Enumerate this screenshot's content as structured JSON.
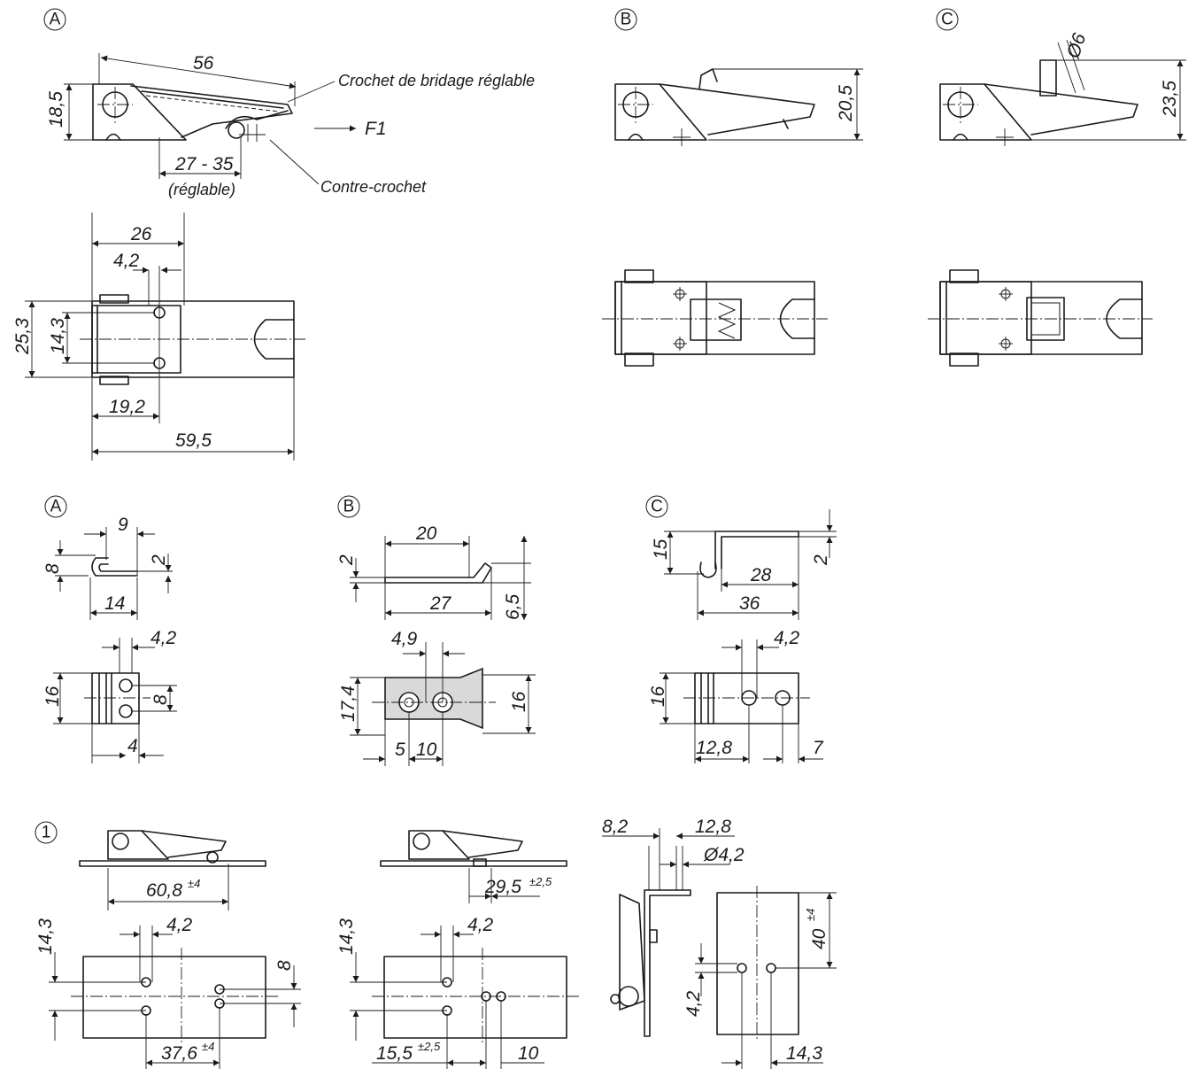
{
  "views": {
    "side_a": {
      "label": "A",
      "dim_length": "56",
      "dim_height": "18,5",
      "dim_adjust": "27 - 35",
      "adjust_note": "(réglable)",
      "note_hook": "Crochet de bridage réglable",
      "note_counter": "Contre-crochet",
      "force": "F1"
    },
    "side_b": {
      "label": "B",
      "dim_height": "20,5"
    },
    "side_c": {
      "label": "C",
      "dim_height": "23,5",
      "dim_dia": "Ø6"
    },
    "top_a": {
      "dim_26": "26",
      "dim_4_2": "4,2",
      "dim_25_3": "25,3",
      "dim_14_3": "14,3",
      "dim_19_2": "19,2",
      "dim_59_5": "59,5"
    }
  },
  "counter_hooks": {
    "a": {
      "label": "A",
      "d9": "9",
      "d8": "8",
      "d2": "2",
      "d14": "14",
      "d4_2": "4,2",
      "d16": "16",
      "d8b": "8",
      "d4": "4"
    },
    "b": {
      "label": "B",
      "d20": "20",
      "d2": "2",
      "d27": "27",
      "d6_5": "6,5",
      "d4_9": "4,9",
      "d17_4": "17,4",
      "d16": "16",
      "d5": "5",
      "d10": "10"
    },
    "c": {
      "label": "C",
      "d15": "15",
      "d2": "2",
      "d28": "28",
      "d36": "36",
      "d4_2": "4,2",
      "d16": "16",
      "d12_8": "12,8",
      "d7": "7"
    }
  },
  "mounting": {
    "label": "1",
    "m1": {
      "d60_8": "60,8",
      "tol_60_8": "±4",
      "d14_3": "14,3",
      "d4_2": "4,2",
      "d8": "8",
      "d37_6": "37,6",
      "tol_37_6": "±4"
    },
    "m2": {
      "d29_5": "29,5",
      "tol_29_5": "±2,5",
      "d14_3": "14,3",
      "d4_2": "4,2",
      "d15_5": "15,5",
      "tol_15_5": "±2,5",
      "d10": "10"
    },
    "m3": {
      "d8_2": "8,2",
      "d12_8": "12,8",
      "d_dia": "Ø4,2",
      "d40": "40",
      "tol_40": "±4",
      "d4_2": "4,2",
      "d14_3": "14,3"
    }
  }
}
